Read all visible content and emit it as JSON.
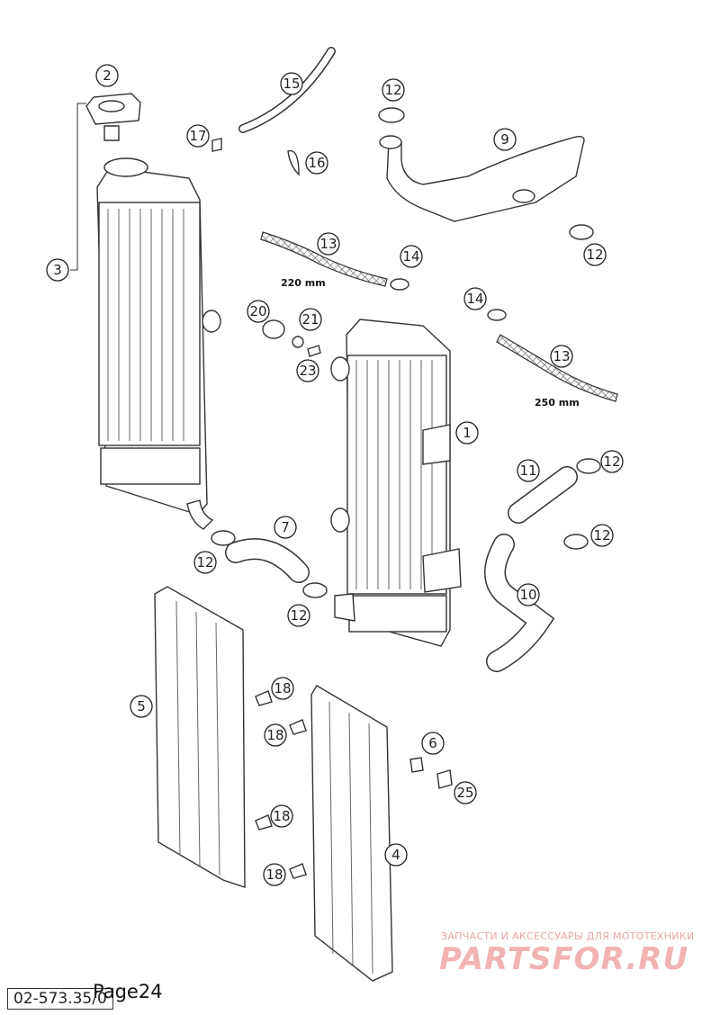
{
  "callouts": [
    "1",
    "2",
    "3",
    "4",
    "5",
    "6",
    "7",
    "9",
    "10",
    "11",
    "12",
    "13",
    "14",
    "15",
    "16",
    "17",
    "18",
    "20",
    "21",
    "23",
    "25"
  ],
  "dimensions": {
    "hose_left": "220 mm",
    "hose_right": "250 mm"
  },
  "watermark": {
    "line1": "ЗАПЧАСТИ И АКСЕССУАРЫ ДЛЯ МОТОТЕХНИКИ",
    "logo": "PARTSFOR.RU"
  },
  "footer": {
    "doc_code": "02-573.35/0",
    "page": "Page24"
  },
  "colors": {
    "line": "#333333",
    "watermark": "#f1b3b3"
  }
}
